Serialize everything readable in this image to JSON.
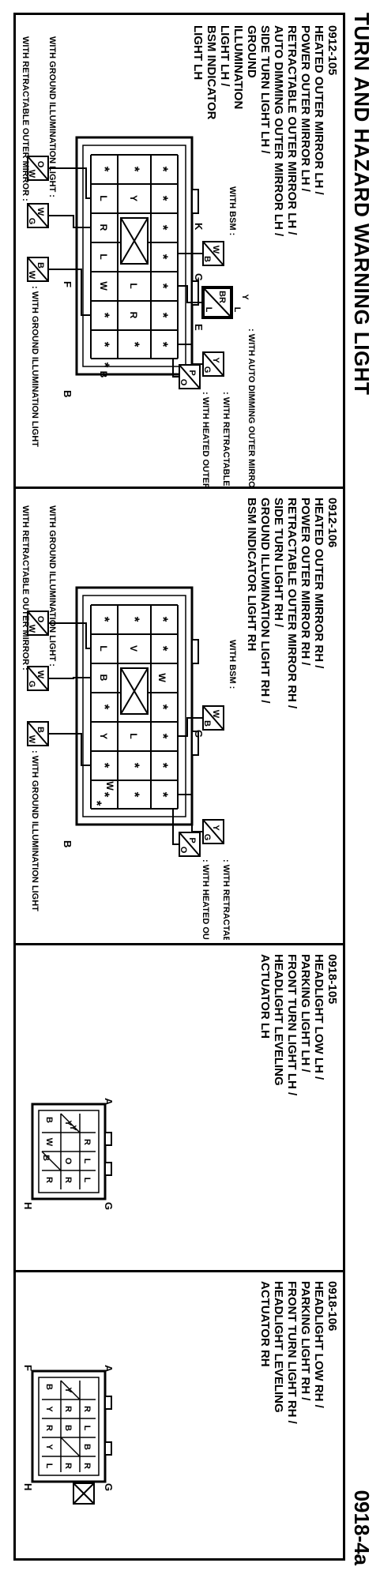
{
  "title": "TURN AND HAZARD WARNING LIGHT",
  "figure_number": "0918-4a",
  "panels": [
    {
      "code": "0912-105",
      "lines": [
        "HEATED OUTER MIRROR LH /",
        "POWER OUTER MIRROR LH /",
        "RETRACTABLE OUTER MIRROR LH /",
        "AUTO DIMMING OUTER MIRROR LH /",
        "SIDE TURN LIGHT LH /",
        "GROUND",
        "ILLUMINATION",
        "LIGHT LH /",
        "BSM INDICATOR",
        "LIGHT LH"
      ],
      "notes": {
        "with_ground_illum": "WITH GROUND ILLUMINATION LIGHT :",
        "with_retractable": "WITH RETRACTABLE OUTER MIRROR :",
        "with_ground_illum_light": ": WITH GROUND ILLUMINATION LIGHT",
        "with_bsm": "WITH BSM :",
        "with_auto_dimming": ": WITH AUTO DIMMING OUTER MIRROR",
        "with_retractable_outer": ": WITH RETRACTABLE OUTER MIRROR",
        "with_heated_outer": ": WITH HEATED OUTER MIRROR"
      },
      "letters": {
        "K": "K",
        "G": "G",
        "E": "E",
        "F": "F",
        "B": "B"
      },
      "wires": {
        "OW": [
          "O",
          "W"
        ],
        "WG": [
          "W",
          "G"
        ],
        "BW": [
          "B",
          "W"
        ],
        "WB": [
          "W",
          "B"
        ],
        "YL": [
          "Y",
          "L"
        ],
        "BRL": [
          "BR",
          "L"
        ],
        "YG": [
          "Y",
          "G"
        ],
        "PO": [
          "P",
          "O"
        ]
      },
      "pins": {
        "row1": [
          "*",
          "*",
          "*",
          "*",
          "*",
          "*",
          "*"
        ],
        "row2": [
          "*",
          "Y",
          "L",
          "R",
          "*",
          "L",
          "R"
        ],
        "row3": [
          "*",
          "L",
          "W",
          "*",
          "*",
          "*",
          "B"
        ]
      }
    },
    {
      "code": "0912-106",
      "lines": [
        "HEATED OUTER MIRROR RH /",
        "POWER OUTER MIRROR RH /",
        "RETRACTABLE OUTER MIRROR RH /",
        "SIDE TURN LIGHT RH /",
        "GROUND ILLUMINATION LIGHT RH /",
        "BSM INDICATOR LIGHT RH"
      ],
      "notes": {
        "with_ground_illum": "WITH GROUND ILLUMINATION LIGHT :",
        "with_retractable": "WITH RETRACTABLE OUTER MIRROR :",
        "with_ground_illum_light": ": WITH GROUND ILLUMINATION LIGHT",
        "with_bsm": "WITH BSM :",
        "with_retractable_outer": ": WITH RETRACTABLE OUTER MIRROR",
        "with_heated_outer": ": WITH HEATED OUTER MIRROR"
      },
      "letters": {
        "G": "G",
        "B": "B"
      },
      "wires": {
        "OW": [
          "O",
          "W"
        ],
        "WG": [
          "W",
          "G"
        ],
        "BW": [
          "B",
          "W"
        ],
        "WB": [
          "W",
          "B"
        ],
        "YG": [
          "Y",
          "G"
        ],
        "PO": [
          "P",
          "O"
        ]
      },
      "pins": {
        "row1": [
          "*",
          "*",
          "W",
          "*",
          "*",
          "*",
          "*"
        ],
        "row2": [
          "*",
          "V",
          "L",
          "*",
          "*",
          "L",
          "B"
        ],
        "row3": [
          "*",
          "*",
          "Y",
          "*",
          "*",
          "W",
          "*"
        ]
      }
    },
    {
      "code": "0918-105",
      "lines": [
        "HEADLIGHT LOW LH /",
        "PARKING LIGHT LH /",
        "FRONT TURN LIGHT LH /",
        "HEADLIGHT LEVELING",
        "ACTUATOR LH"
      ],
      "letters": {
        "A": "A",
        "G": "G",
        "H": "H"
      },
      "pins": {
        "row1": [
          "R",
          "L",
          "L"
        ],
        "row2": [
          "Y",
          "O",
          "R"
        ],
        "row3": [
          "B",
          "Y",
          "W",
          "B",
          "R"
        ]
      }
    },
    {
      "code": "0918-106",
      "lines": [
        "HEADLIGHT LOW RH /",
        "PARKING LIGHT RH /",
        "FRONT TURN LIGHT RH /",
        "HEADLIGHT LEVELING",
        "ACTUATOR RH"
      ],
      "letters": {
        "A": "A",
        "G": "G",
        "F": "F",
        "H": "H"
      },
      "pins": {
        "row1": [
          "R",
          "L",
          "B",
          "R"
        ],
        "row2": [
          "Y",
          "R",
          "B",
          "R"
        ],
        "row3": [
          "B",
          "Y",
          "R",
          "Y",
          "L"
        ]
      }
    }
  ]
}
